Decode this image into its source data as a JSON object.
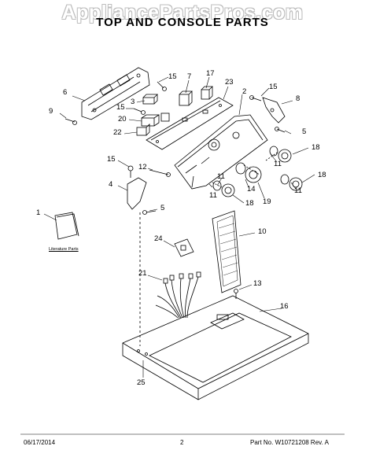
{
  "watermark": "AppliancePartsPros.com",
  "title": "TOP AND CONSOLE PARTS",
  "literature_label": "Literature Parts",
  "footer": {
    "date": "06/17/2014",
    "page": "2",
    "part_no": "Part No. W10721208 Rev. A"
  },
  "callouts": {
    "c15a": "15",
    "c7": "7",
    "c17": "17",
    "c23": "23",
    "c6": "6",
    "c3": "3",
    "c15b": "15",
    "c2": "2",
    "c15c": "15",
    "c8": "8",
    "c9": "9",
    "c20": "20",
    "c5a": "5",
    "c22": "22",
    "c18a": "18",
    "c15d": "15",
    "c11a": "11",
    "c12": "12",
    "c11b": "11",
    "c18b": "18",
    "c4": "4",
    "c14": "14",
    "c11c": "11",
    "c11d": "11",
    "c19": "19",
    "c5b": "5",
    "c18c": "18",
    "c1": "1",
    "c10": "10",
    "c24": "24",
    "c21": "21",
    "c13": "13",
    "c16": "16",
    "c25": "25"
  }
}
